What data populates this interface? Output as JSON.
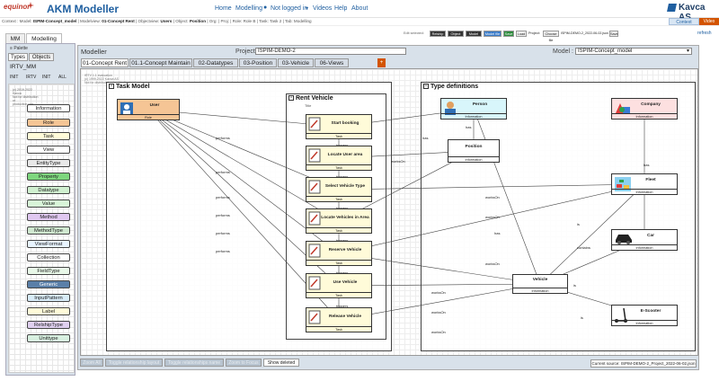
{
  "nav": {
    "brand": "equinor",
    "title": "AKM Modeller",
    "links": [
      "Home",
      "Modelling",
      "Not logged in",
      "Videos",
      "Help",
      "About"
    ],
    "company": "Kavca AS"
  },
  "context": {
    "prefix": "Context : ",
    "model_label": "Model:",
    "model": "ISPIM-Concept_model",
    "view_label": "| Modelview:",
    "view": "01-Concept Rent",
    "objview_label": "| Objectview:",
    "objview": "Users",
    "object_label": "| Object:",
    "object": "Position",
    "rest": "| Org: | Proj: | Role: Role B | Task: Task 2 | Tab: Modelling",
    "context_btn": "Context",
    "video_btn": "Video"
  },
  "tabs": [
    "MM",
    "Modelling"
  ],
  "toolbar": {
    "label": "Edit selected:",
    "buttons": [
      "Relship",
      "Object",
      "Model",
      "Model file",
      "Save",
      "Load"
    ],
    "project_label": "Project:",
    "file_btn": "Choose file",
    "file_name": "ISPIM-DEMO-2_2022-06-02.json",
    "save": "Save",
    "refresh": "refresh"
  },
  "palette": {
    "title": "Palette",
    "tabs": [
      "Types",
      "Objects"
    ],
    "metamodel": "IRTV_MM",
    "filters": [
      "INIT",
      "IRTV",
      "INIT",
      "ALL"
    ],
    "note": [
      "(c) 2019-2022 Kavca",
      "Not for distribution or",
      "production use"
    ],
    "items": [
      {
        "label": "Information",
        "color": "#ffffff"
      },
      {
        "label": "Role",
        "color": "#f5c595"
      },
      {
        "label": "Task",
        "color": "#fffbd9"
      },
      {
        "label": "View",
        "color": "#ffffff"
      },
      {
        "label": "EntityType",
        "color": "#e8e8e8"
      },
      {
        "label": "Property",
        "color": "#7ed67e"
      },
      {
        "label": "Datatype",
        "color": "#d0f0d0"
      },
      {
        "label": "Value",
        "color": "#d8f5d8"
      },
      {
        "label": "Method",
        "color": "#e0c8f0"
      },
      {
        "label": "MethodType",
        "color": "#d0e8d0"
      },
      {
        "label": "ViewFormat",
        "color": "#e8f4ff"
      },
      {
        "label": "Collection",
        "color": "#ffffff"
      },
      {
        "label": "FieldType",
        "color": "#e8f8e8"
      },
      {
        "label": "Generic",
        "color": "#5a7fa8"
      },
      {
        "label": "InputPattern",
        "color": "#d8ecf8"
      },
      {
        "label": "Label",
        "color": "#fffbd9"
      },
      {
        "label": "RelshipType",
        "color": "#e0d0f0"
      },
      {
        "label": "Unittype",
        "color": "#d8f0e0"
      }
    ]
  },
  "modeller": {
    "title": "Modeller",
    "project_label": "Project",
    "project": "ISPIM-DEMO-2",
    "model_label": "Model :",
    "model": "ISPIM-Concept_model",
    "view_tabs": [
      "01-Concept Rent",
      "01.1-Concept Maintain",
      "02-Datatypes",
      "03-Position",
      "03-Vehicle",
      "06-Views"
    ],
    "add_tab": "+"
  },
  "canvas": {
    "note": [
      "IRTV 1.1 evaluation",
      "(c) 1999-2022 Kavca AS",
      "Not for distribution or production use"
    ],
    "groups": [
      {
        "title": "Task Model"
      },
      {
        "title": "Rent Vehicle",
        "subtitle": "Title"
      },
      {
        "title": "Type definitions"
      }
    ],
    "nodes": [
      {
        "id": "user",
        "label": "User",
        "type": "Role",
        "color": "#f5c595",
        "icon": "user-icon"
      },
      {
        "id": "t1",
        "label": "Start booking",
        "type": "Task",
        "color": "#fffbd9",
        "icon": "task-icon"
      },
      {
        "id": "t2",
        "label": "Locate User area",
        "type": "Task",
        "color": "#fffbd9",
        "icon": "task-icon"
      },
      {
        "id": "t3",
        "label": "Select Vehicle Type",
        "type": "Task",
        "color": "#fffbd9",
        "icon": "task-icon"
      },
      {
        "id": "t4",
        "label": "Locate Vehicles in Area",
        "type": "Task",
        "color": "#fffbd9",
        "icon": "task-icon"
      },
      {
        "id": "t5",
        "label": "Reserve Vehicle",
        "type": "Task",
        "color": "#fffbd9",
        "icon": "task-icon"
      },
      {
        "id": "t6",
        "label": "Use Vehicle",
        "type": "Task",
        "color": "#fffbd9",
        "icon": "task-icon"
      },
      {
        "id": "t7",
        "label": "Release Vehicle",
        "type": "Task",
        "color": "#fffbd9",
        "icon": "task-icon"
      },
      {
        "id": "person",
        "label": "Person",
        "type": "Information",
        "color": "#d8f6fb",
        "icon": "person-icon"
      },
      {
        "id": "company",
        "label": "Company",
        "type": "Information",
        "color": "#fde0e0",
        "icon": "company-icon"
      },
      {
        "id": "position",
        "label": "Position",
        "type": "Information",
        "color": "#ffffff",
        "icon": ""
      },
      {
        "id": "fleet",
        "label": "Fleet",
        "type": "Information",
        "color": "#ffffff",
        "icon": "fleet-icon"
      },
      {
        "id": "car",
        "label": "Car",
        "type": "Information",
        "color": "#ffffff",
        "icon": "car-icon"
      },
      {
        "id": "vehicle",
        "label": "Vehicle",
        "type": "Information",
        "color": "#ffffff",
        "icon": ""
      },
      {
        "id": "escooter",
        "label": "E-Scooter",
        "type": "Information",
        "color": "#ffffff",
        "icon": "scooter-icon"
      }
    ],
    "edge_labels": [
      "performs",
      "performs",
      "performs",
      "performs",
      "performs",
      "performs",
      "triggers",
      "triggers",
      "triggers",
      "triggers",
      "triggers",
      "triggers",
      "worksOn",
      "worksOn",
      "worksOn",
      "worksOn",
      "worksOn",
      "worksOn",
      "worksOn",
      "has",
      "has",
      "has",
      "has",
      "contains",
      "is",
      "is",
      "is"
    ]
  },
  "bottom": {
    "buttons": [
      "Zoom All",
      "Toggle relationship layout",
      "Toggle relationships name",
      "Zoom to Focus",
      "Show deleted"
    ],
    "source": "Current source: ISPIM-DEMO-2_Project_2022-06-02.json"
  }
}
